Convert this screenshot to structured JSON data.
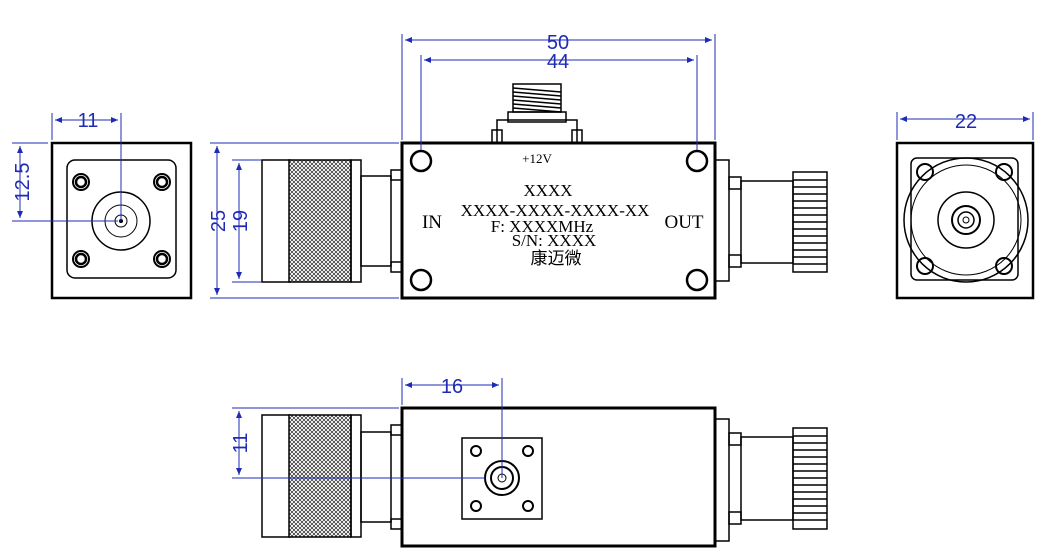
{
  "dimensions": {
    "overall_length": "50",
    "hole_spacing": "44",
    "width_right": "22",
    "left_offset": "11",
    "left_vertical": "12.5",
    "height": "25",
    "connector_height": "19",
    "bottom_offset": "16",
    "bottom_vertical": "11"
  },
  "labels": {
    "voltage": "+12V",
    "model_name": "XXXX",
    "part_number": "XXXX-XXXX-XXXX-XX",
    "frequency": "F: XXXXMHz",
    "serial": "S/N: XXXX",
    "brand": "康迈微",
    "input": "IN",
    "output": "OUT"
  },
  "colors": {
    "dimension": "#1f2bb5",
    "outline": "#000000"
  }
}
